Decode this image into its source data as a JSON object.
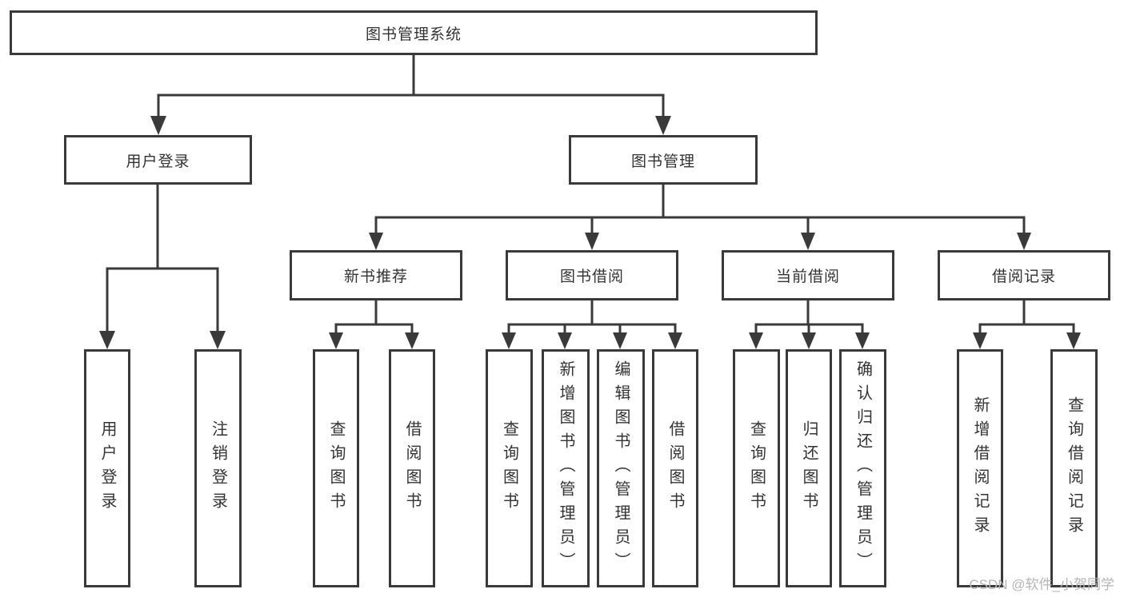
{
  "tree": {
    "root": {
      "label": "图书管理系统",
      "children": [
        {
          "label": "用户登录",
          "children": [
            {
              "label": "用户登录"
            },
            {
              "label": "注销登录"
            }
          ]
        },
        {
          "label": "图书管理",
          "children": [
            {
              "label": "新书推荐",
              "children": [
                {
                  "label": "查询图书"
                },
                {
                  "label": "借阅图书"
                }
              ]
            },
            {
              "label": "图书借阅",
              "children": [
                {
                  "label": "查询图书"
                },
                {
                  "label": "新增图书（管理员）"
                },
                {
                  "label": "编辑图书（管理员）"
                },
                {
                  "label": "借阅图书"
                }
              ]
            },
            {
              "label": "当前借阅",
              "children": [
                {
                  "label": "查询图书"
                },
                {
                  "label": "归还图书"
                },
                {
                  "label": "确认归还（管理员）"
                }
              ]
            },
            {
              "label": "借阅记录",
              "children": [
                {
                  "label": "新增借阅记录"
                },
                {
                  "label": "查询借阅记录"
                }
              ]
            }
          ]
        }
      ]
    }
  },
  "watermark": {
    "text": "CSDN @软件_小贺同学"
  },
  "colors": {
    "line": "#3a3a3a",
    "border": "#3a3a3a",
    "text": "#333333",
    "background": "#ffffff",
    "watermark": "#b5b5b5"
  }
}
